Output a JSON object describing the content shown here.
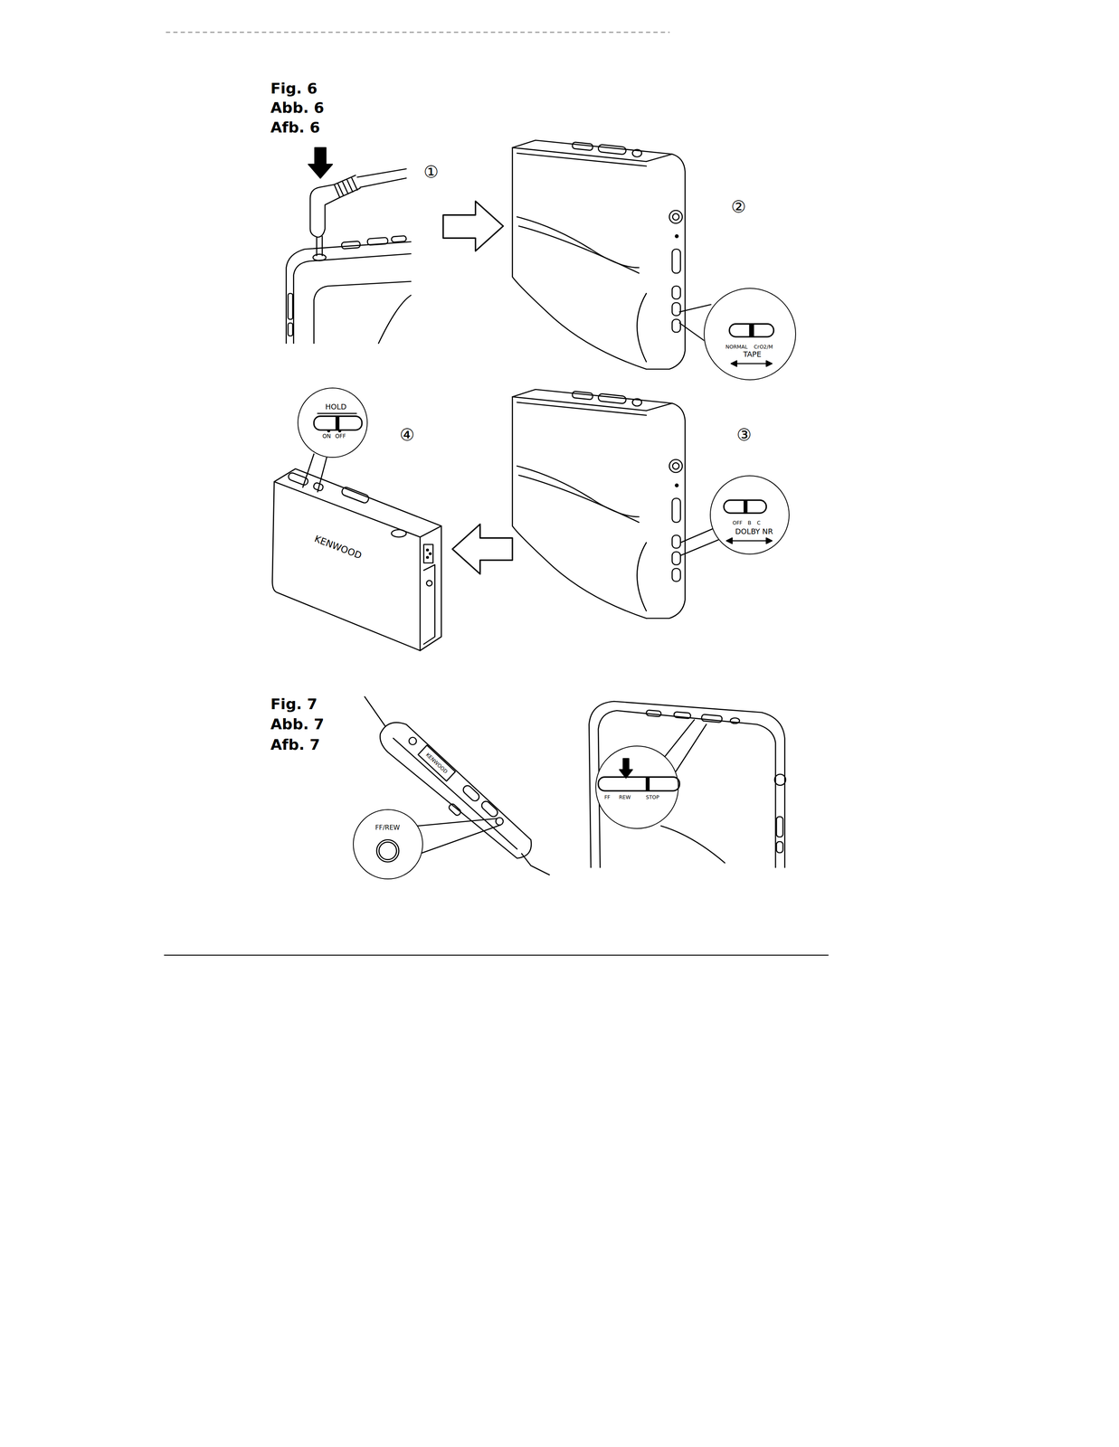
{
  "diagram": {
    "nodes": [
      {
        "text": [
          "NORMAL",
          "CrO2/M",
          "TAPE"
        ]
      },
      {
        "text": [
          "HOLD",
          "ON",
          "OFF"
        ]
      },
      {
        "text": [
          "OFF",
          "B",
          "C",
          "DOLBY NR"
        ]
      },
      {
        "text": [
          "FF/REW"
        ]
      },
      {
        "text": [
          "FF",
          "REW",
          "STOP"
        ]
      }
    ],
    "edges": [],
    "labels": [
      "Fig. 6",
      "Abb. 6",
      "Afb. 6",
      "①",
      "②",
      "④",
      "③",
      "KENWOOD",
      "Fig. 7",
      "Abb. 7",
      "Afb. 7",
      "KENWOOD"
    ]
  }
}
